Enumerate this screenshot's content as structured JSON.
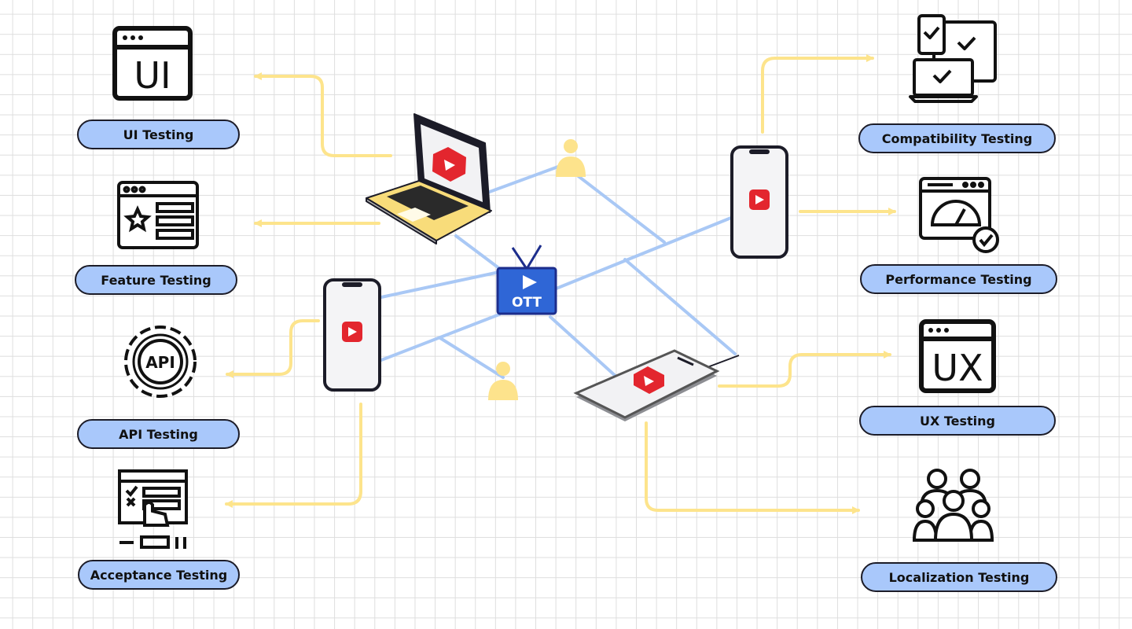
{
  "colors": {
    "pill_fill": "#a9c8fb",
    "outline": "#1c1c28",
    "connector_blue": "#a9c8f5",
    "arrow_yellow": "#fde48c",
    "user_yellow": "#fde38c",
    "brand_red": "#e3262e",
    "tv_blue": "#2f66d6"
  },
  "hub": {
    "label": "OTT",
    "icon": "tv-play-icon"
  },
  "devices": [
    "laptop-icon",
    "phone-top-right-icon",
    "phone-left-icon",
    "phone-lying-icon"
  ],
  "users": [
    "user-icon-top",
    "user-icon-bottom"
  ],
  "left_items": [
    {
      "label": "UI Testing",
      "icon": "ui-window-icon",
      "icon_text": "UI"
    },
    {
      "label": "Feature Testing",
      "icon": "feature-window-icon"
    },
    {
      "label": "API Testing",
      "icon": "api-gear-icon",
      "icon_text": "API"
    },
    {
      "label": "Acceptance Testing",
      "icon": "acceptance-checklist-icon"
    }
  ],
  "right_items": [
    {
      "label": "Compatibility Testing",
      "icon": "compatibility-devices-icon"
    },
    {
      "label": "Performance Testing",
      "icon": "performance-gauge-icon"
    },
    {
      "label": "UX Testing",
      "icon": "ux-window-icon",
      "icon_text": "UX"
    },
    {
      "label": "Localization Testing",
      "icon": "localization-group-icon"
    }
  ]
}
